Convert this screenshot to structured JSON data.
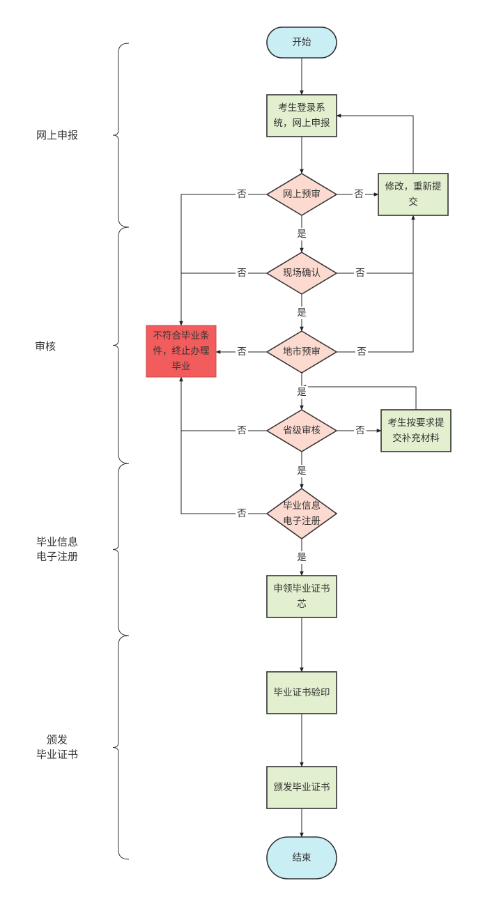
{
  "colors": {
    "terminal_fill": "#c9eef4",
    "process_fill": "#e3f0cf",
    "decision_fill": "#fcdad0",
    "reject_fill": "#f25c5c",
    "reject_stroke": "#c44a4a",
    "stroke": "#333333",
    "line": "#222222",
    "text": "#333333"
  },
  "phases": [
    {
      "id": "p1",
      "lines": [
        "网上申报"
      ]
    },
    {
      "id": "p2",
      "lines": [
        "审核"
      ]
    },
    {
      "id": "p3",
      "lines": [
        "毕业信息",
        "电子注册"
      ]
    },
    {
      "id": "p4",
      "lines": [
        "颁发",
        "毕业证书"
      ]
    }
  ],
  "nodes": [
    {
      "id": "start",
      "shape": "terminal",
      "lines": [
        "开始"
      ]
    },
    {
      "id": "login",
      "shape": "process",
      "lines": [
        "考生登录系",
        "统，网上申报"
      ]
    },
    {
      "id": "pre_online",
      "shape": "decision",
      "lines": [
        "网上预审"
      ]
    },
    {
      "id": "modify",
      "shape": "process",
      "lines": [
        "修改，重新提",
        "交"
      ]
    },
    {
      "id": "onsite",
      "shape": "decision",
      "lines": [
        "现场确认"
      ]
    },
    {
      "id": "city",
      "shape": "decision",
      "lines": [
        "地市预审"
      ]
    },
    {
      "id": "reject",
      "shape": "reject",
      "lines": [
        "不符合毕业条",
        "件，终止办理",
        "毕业"
      ]
    },
    {
      "id": "province",
      "shape": "decision",
      "lines": [
        "省级审核"
      ]
    },
    {
      "id": "supplement",
      "shape": "process",
      "lines": [
        "考生按要求提",
        "交补充材料"
      ]
    },
    {
      "id": "register",
      "shape": "decision",
      "lines": [
        "毕业信息",
        "电子注册"
      ]
    },
    {
      "id": "apply_chip",
      "shape": "process",
      "lines": [
        "申领毕业证书",
        "芯"
      ]
    },
    {
      "id": "verify",
      "shape": "process",
      "lines": [
        "毕业证书验印"
      ]
    },
    {
      "id": "issue",
      "shape": "process",
      "lines": [
        "颁发毕业证书"
      ]
    },
    {
      "id": "end",
      "shape": "terminal",
      "lines": [
        "结束"
      ]
    }
  ],
  "edges": [
    {
      "id": "e-start-login",
      "from": "start",
      "to": "login",
      "label": ""
    },
    {
      "id": "e-login-pre",
      "from": "login",
      "to": "pre_online",
      "label": ""
    },
    {
      "id": "e-pre-modify",
      "from": "pre_online",
      "to": "modify",
      "label": "否"
    },
    {
      "id": "e-modify-login",
      "from": "modify",
      "to": "login",
      "label": ""
    },
    {
      "id": "e-pre-reject",
      "from": "pre_online",
      "to": "reject",
      "label": "否"
    },
    {
      "id": "e-pre-onsite",
      "from": "pre_online",
      "to": "onsite",
      "label": "是"
    },
    {
      "id": "e-onsite-reject",
      "from": "onsite",
      "to": "reject",
      "label": "否"
    },
    {
      "id": "e-onsite-modify",
      "from": "onsite",
      "to": "modify",
      "label": "否"
    },
    {
      "id": "e-onsite-city",
      "from": "onsite",
      "to": "city",
      "label": "是"
    },
    {
      "id": "e-city-reject",
      "from": "city",
      "to": "reject",
      "label": "否"
    },
    {
      "id": "e-city-modify",
      "from": "city",
      "to": "modify",
      "label": "否"
    },
    {
      "id": "e-city-province",
      "from": "city",
      "to": "province",
      "label": "是"
    },
    {
      "id": "e-prov-supp",
      "from": "province",
      "to": "supplement",
      "label": "否"
    },
    {
      "id": "e-supp-prov",
      "from": "supplement",
      "to": "province",
      "label": ""
    },
    {
      "id": "e-prov-reject",
      "from": "province",
      "to": "reject",
      "label": "否"
    },
    {
      "id": "e-prov-register",
      "from": "province",
      "to": "register",
      "label": "是"
    },
    {
      "id": "e-reg-reject",
      "from": "register",
      "to": "reject",
      "label": "否"
    },
    {
      "id": "e-reg-apply",
      "from": "register",
      "to": "apply_chip",
      "label": "是"
    },
    {
      "id": "e-apply-verify",
      "from": "apply_chip",
      "to": "verify",
      "label": ""
    },
    {
      "id": "e-verify-issue",
      "from": "verify",
      "to": "issue",
      "label": ""
    },
    {
      "id": "e-issue-end",
      "from": "issue",
      "to": "end",
      "label": ""
    }
  ]
}
